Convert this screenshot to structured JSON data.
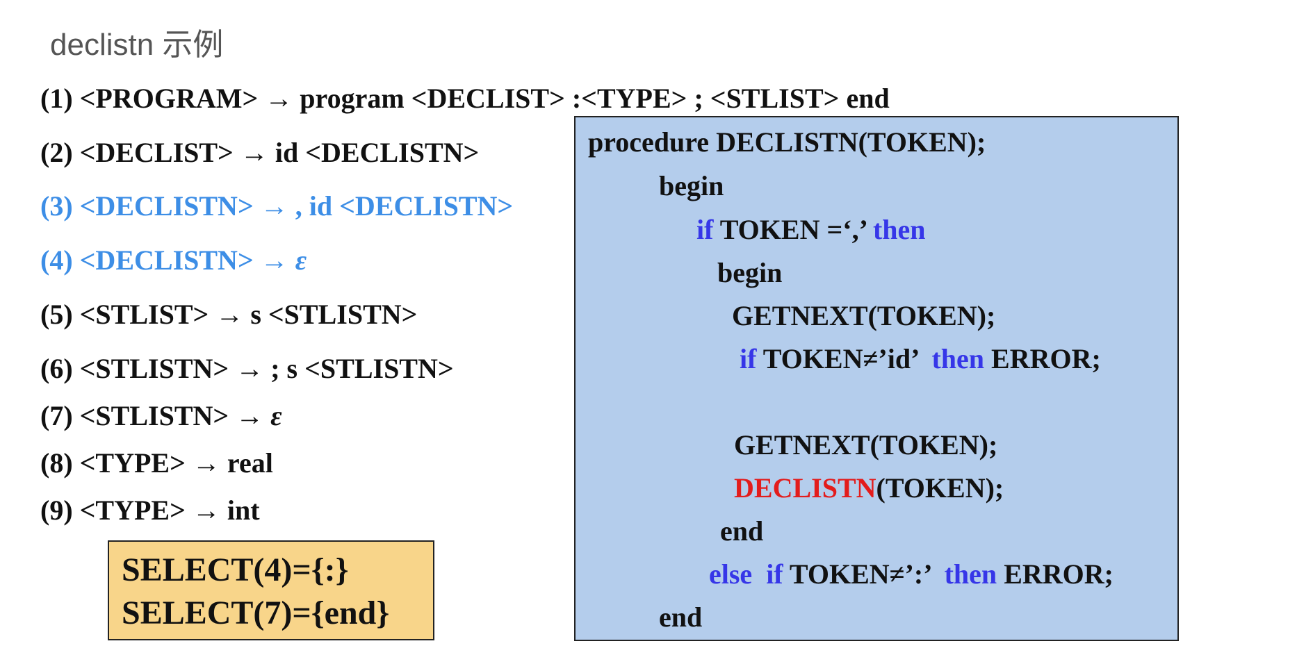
{
  "title": "declistn 示例",
  "rules": [
    {
      "num": "(1)",
      "text": "<PROGRAM> → program <DECLIST> :<TYPE> ; <STLIST> end"
    },
    {
      "num": "(2)",
      "text": "<DECLIST> → id <DECLISTN>"
    },
    {
      "num": "(3)",
      "text": "<DECLISTN> → , id <DECLISTN>"
    },
    {
      "num": "(4)",
      "text": "<DECLISTN> →",
      "tail": "ε"
    },
    {
      "num": "(5)",
      "text": "<STLIST> → s <STLISTN>"
    },
    {
      "num": "(6)",
      "text": "<STLISTN> → ; s <STLISTN>"
    },
    {
      "num": "(7)",
      "text": "<STLISTN> →",
      "tail": "ε"
    },
    {
      "num": "(8)",
      "text": "<TYPE> → real"
    },
    {
      "num": "(9)",
      "text": "<TYPE> → int"
    }
  ],
  "select": [
    "SELECT(4)={:}",
    "SELECT(7)={end}"
  ],
  "code": {
    "l1": "procedure DECLISTN(TOKEN);",
    "l2": "begin",
    "l3_kw1": "if",
    "l3_mid": " TOKEN =‘,’ ",
    "l3_kw2": "then",
    "l4": "begin",
    "l5": "GETNEXT(TOKEN);",
    "l6_kw1": "if",
    "l6_mid": " TOKEN≠’id’  ",
    "l6_kw2": "then",
    "l6_end": " ERROR;",
    "l7": "GETNEXT(TOKEN);",
    "l8_call": "DECLISTN",
    "l8_rest": "(TOKEN);",
    "l9": "end",
    "l10_kw1": "else  if",
    "l10_mid": " TOKEN≠’:’  ",
    "l10_kw2": "then",
    "l10_end": " ERROR;",
    "l11": "end"
  },
  "colors": {
    "highlight_rule": "#3d8ee6",
    "keyword": "#3636e8",
    "recursive_call": "#e31c1c",
    "code_box_bg": "#b4cdec",
    "select_box_bg": "#f8d58a"
  }
}
